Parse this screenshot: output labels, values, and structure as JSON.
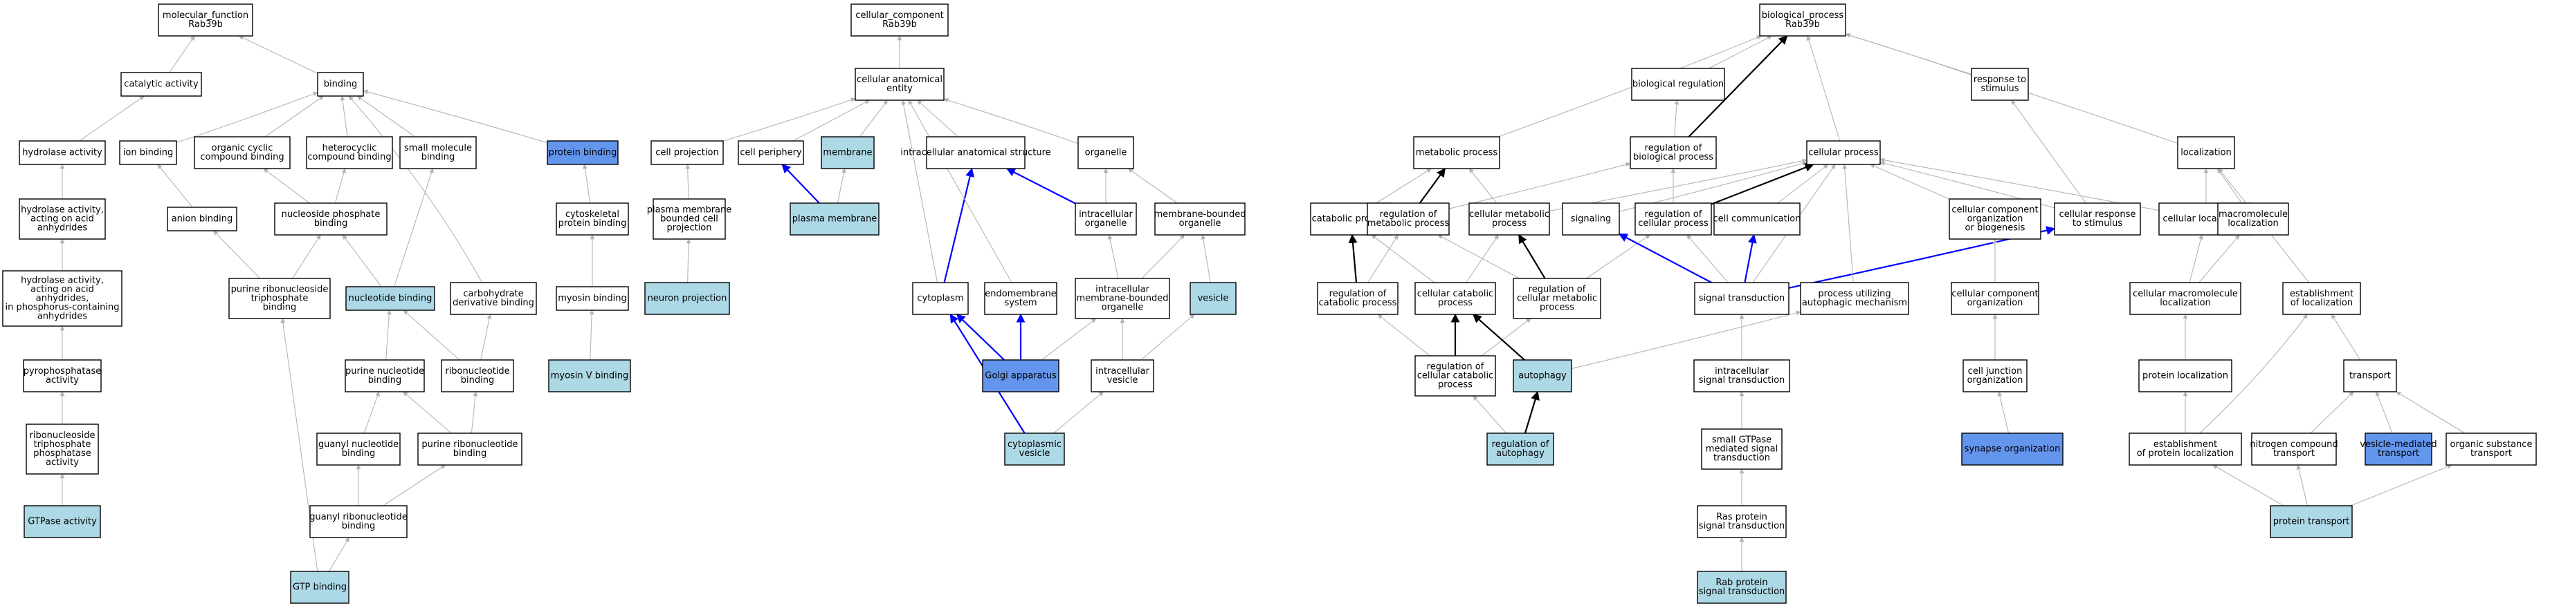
{
  "colors": {
    "background": "#ffffff",
    "border": "#000000",
    "plain": "#ffffff",
    "light_blue": "#add8e6",
    "blue": "#6495ed",
    "edge_gray": "#b4b4b4",
    "edge_black": "#000000",
    "edge_blue": "#0000ff"
  },
  "nodes": [
    {
      "id": "mf",
      "lines": [
        "molecular_function",
        "Rab39b"
      ],
      "fill": "plain"
    },
    {
      "id": "catalytic",
      "lines": [
        "catalytic activity"
      ],
      "fill": "plain"
    },
    {
      "id": "binding",
      "lines": [
        "binding"
      ],
      "fill": "plain"
    },
    {
      "id": "hydrolase",
      "lines": [
        "hydrolase activity"
      ],
      "fill": "plain"
    },
    {
      "id": "ionbinding",
      "lines": [
        "ion binding"
      ],
      "fill": "plain"
    },
    {
      "id": "orgcyclic",
      "lines": [
        "organic cyclic",
        "compound binding"
      ],
      "fill": "plain"
    },
    {
      "id": "hetero",
      "lines": [
        "heterocyclic",
        "compound binding"
      ],
      "fill": "plain"
    },
    {
      "id": "smallmol",
      "lines": [
        "small molecule",
        "binding"
      ],
      "fill": "plain"
    },
    {
      "id": "protbind",
      "lines": [
        "protein binding"
      ],
      "fill": "blue"
    },
    {
      "id": "hydacid",
      "lines": [
        "hydrolase activity,",
        "acting on acid",
        "anhydrides"
      ],
      "fill": "plain"
    },
    {
      "id": "anion",
      "lines": [
        "anion binding"
      ],
      "fill": "plain"
    },
    {
      "id": "nucphos",
      "lines": [
        "nucleoside phosphate",
        "binding"
      ],
      "fill": "plain"
    },
    {
      "id": "cytoprot",
      "lines": [
        "cytoskeletal",
        "protein binding"
      ],
      "fill": "plain"
    },
    {
      "id": "hydphos",
      "lines": [
        "hydrolase activity,",
        "acting on acid",
        "anhydrides,",
        "in phosphorus-containing",
        "anhydrides"
      ],
      "fill": "plain"
    },
    {
      "id": "purtri",
      "lines": [
        "purine ribonucleoside",
        "triphosphate",
        "binding"
      ],
      "fill": "plain"
    },
    {
      "id": "nucbind",
      "lines": [
        "nucleotide binding"
      ],
      "fill": "light_blue"
    },
    {
      "id": "carbo",
      "lines": [
        "carbohydrate",
        "derivative binding"
      ],
      "fill": "plain"
    },
    {
      "id": "myosin",
      "lines": [
        "myosin binding"
      ],
      "fill": "plain"
    },
    {
      "id": "pyro",
      "lines": [
        "pyrophosphatase",
        "activity"
      ],
      "fill": "plain"
    },
    {
      "id": "purnuc",
      "lines": [
        "purine nucleotide",
        "binding"
      ],
      "fill": "plain"
    },
    {
      "id": "ribonuc",
      "lines": [
        "ribonucleotide",
        "binding"
      ],
      "fill": "plain"
    },
    {
      "id": "myosinv",
      "lines": [
        "myosin V binding"
      ],
      "fill": "light_blue"
    },
    {
      "id": "ribtri",
      "lines": [
        "ribonucleoside",
        "triphosphate",
        "phosphatase",
        "activity"
      ],
      "fill": "plain"
    },
    {
      "id": "guanyl",
      "lines": [
        "guanyl nucleotide",
        "binding"
      ],
      "fill": "plain"
    },
    {
      "id": "purribo",
      "lines": [
        "purine ribonucleotide",
        "binding"
      ],
      "fill": "plain"
    },
    {
      "id": "gtpase",
      "lines": [
        "GTPase activity"
      ],
      "fill": "light_blue"
    },
    {
      "id": "guanribo",
      "lines": [
        "guanyl ribonucleotide",
        "binding"
      ],
      "fill": "plain"
    },
    {
      "id": "gtp",
      "lines": [
        "GTP binding"
      ],
      "fill": "light_blue"
    },
    {
      "id": "cc",
      "lines": [
        "cellular_component",
        "Rab39b"
      ],
      "fill": "plain"
    },
    {
      "id": "cae",
      "lines": [
        "cellular anatomical",
        "entity"
      ],
      "fill": "plain"
    },
    {
      "id": "cellproj",
      "lines": [
        "cell projection"
      ],
      "fill": "plain"
    },
    {
      "id": "cellperiph",
      "lines": [
        "cell periphery"
      ],
      "fill": "plain"
    },
    {
      "id": "membrane",
      "lines": [
        "membrane"
      ],
      "fill": "light_blue"
    },
    {
      "id": "ias",
      "lines": [
        "intracellular anatomical structure"
      ],
      "fill": "plain"
    },
    {
      "id": "organelle",
      "lines": [
        "organelle"
      ],
      "fill": "plain"
    },
    {
      "id": "pmbcp",
      "lines": [
        "plasma membrane",
        "bounded cell",
        "projection"
      ],
      "fill": "plain"
    },
    {
      "id": "pm",
      "lines": [
        "plasma membrane"
      ],
      "fill": "light_blue"
    },
    {
      "id": "intraorg",
      "lines": [
        "intracellular",
        "organelle"
      ],
      "fill": "plain"
    },
    {
      "id": "mbo",
      "lines": [
        "membrane-bounded",
        "organelle"
      ],
      "fill": "plain"
    },
    {
      "id": "neuronproj",
      "lines": [
        "neuron projection"
      ],
      "fill": "light_blue"
    },
    {
      "id": "cytoplasm",
      "lines": [
        "cytoplasm"
      ],
      "fill": "plain"
    },
    {
      "id": "endo",
      "lines": [
        "endomembrane",
        "system"
      ],
      "fill": "plain"
    },
    {
      "id": "imbo",
      "lines": [
        "intracellular",
        "membrane-bounded",
        "organelle"
      ],
      "fill": "plain"
    },
    {
      "id": "vesicle",
      "lines": [
        "vesicle"
      ],
      "fill": "light_blue"
    },
    {
      "id": "golgi",
      "lines": [
        "Golgi apparatus"
      ],
      "fill": "blue"
    },
    {
      "id": "intraves",
      "lines": [
        "intracellular",
        "vesicle"
      ],
      "fill": "plain"
    },
    {
      "id": "cytoves",
      "lines": [
        "cytoplasmic",
        "vesicle"
      ],
      "fill": "light_blue"
    },
    {
      "id": "bp",
      "lines": [
        "biological_process",
        "Rab39b"
      ],
      "fill": "plain"
    },
    {
      "id": "bioreg",
      "lines": [
        "biological regulation"
      ],
      "fill": "plain"
    },
    {
      "id": "resp",
      "lines": [
        "response to",
        "stimulus"
      ],
      "fill": "plain"
    },
    {
      "id": "metab",
      "lines": [
        "metabolic process"
      ],
      "fill": "plain"
    },
    {
      "id": "regbio",
      "lines": [
        "regulation of",
        "biological process"
      ],
      "fill": "plain"
    },
    {
      "id": "cellproc",
      "lines": [
        "cellular process"
      ],
      "fill": "plain"
    },
    {
      "id": "local",
      "lines": [
        "localization"
      ],
      "fill": "plain"
    },
    {
      "id": "catab",
      "lines": [
        "catabolic process"
      ],
      "fill": "plain"
    },
    {
      "id": "regmet",
      "lines": [
        "regulation of",
        "metabolic process"
      ],
      "fill": "plain"
    },
    {
      "id": "cellmet",
      "lines": [
        "cellular metabolic",
        "process"
      ],
      "fill": "plain"
    },
    {
      "id": "signaling",
      "lines": [
        "signaling"
      ],
      "fill": "plain"
    },
    {
      "id": "regcell",
      "lines": [
        "regulation of",
        "cellular process"
      ],
      "fill": "plain"
    },
    {
      "id": "cellcomm",
      "lines": [
        "cell communication"
      ],
      "fill": "plain"
    },
    {
      "id": "cco",
      "lines": [
        "cellular component",
        "organization",
        "or biogenesis"
      ],
      "fill": "plain"
    },
    {
      "id": "cellresp",
      "lines": [
        "cellular response",
        "to stimulus"
      ],
      "fill": "plain"
    },
    {
      "id": "celllocal",
      "lines": [
        "cellular localization"
      ],
      "fill": "plain"
    },
    {
      "id": "macroloc",
      "lines": [
        "macromolecule",
        "localization"
      ],
      "fill": "plain"
    },
    {
      "id": "regcat",
      "lines": [
        "regulation of",
        "catabolic process"
      ],
      "fill": "plain"
    },
    {
      "id": "cellcat",
      "lines": [
        "cellular catabolic",
        "process"
      ],
      "fill": "plain"
    },
    {
      "id": "regcellmet",
      "lines": [
        "regulation of",
        "cellular metabolic",
        "process"
      ],
      "fill": "plain"
    },
    {
      "id": "sigtrans",
      "lines": [
        "signal transduction"
      ],
      "fill": "plain"
    },
    {
      "id": "autoproc",
      "lines": [
        "process utilizing",
        "autophagic mechanism"
      ],
      "fill": "plain"
    },
    {
      "id": "ccorg",
      "lines": [
        "cellular component",
        "organization"
      ],
      "fill": "plain"
    },
    {
      "id": "cellmacro",
      "lines": [
        "cellular macromolecule",
        "localization"
      ],
      "fill": "plain"
    },
    {
      "id": "estloc",
      "lines": [
        "establishment",
        "of localization"
      ],
      "fill": "plain"
    },
    {
      "id": "regcellcat",
      "lines": [
        "regulation of",
        "cellular catabolic",
        "process"
      ],
      "fill": "plain"
    },
    {
      "id": "autophagy",
      "lines": [
        "autophagy"
      ],
      "fill": "light_blue"
    },
    {
      "id": "intrasig",
      "lines": [
        "intracellular",
        "signal transduction"
      ],
      "fill": "plain"
    },
    {
      "id": "celljunc",
      "lines": [
        "cell junction",
        "organization"
      ],
      "fill": "plain"
    },
    {
      "id": "protloc",
      "lines": [
        "protein localization"
      ],
      "fill": "plain"
    },
    {
      "id": "transport",
      "lines": [
        "transport"
      ],
      "fill": "plain"
    },
    {
      "id": "regauto",
      "lines": [
        "regulation of",
        "autophagy"
      ],
      "fill": "light_blue"
    },
    {
      "id": "smallgtp",
      "lines": [
        "small GTPase",
        "mediated signal",
        "transduction"
      ],
      "fill": "plain"
    },
    {
      "id": "synapse",
      "lines": [
        "synapse organization"
      ],
      "fill": "blue"
    },
    {
      "id": "estprot",
      "lines": [
        "establishment",
        "of protein localization"
      ],
      "fill": "plain"
    },
    {
      "id": "nitro",
      "lines": [
        "nitrogen compound",
        "transport"
      ],
      "fill": "plain"
    },
    {
      "id": "vesmed",
      "lines": [
        "vesicle-mediated",
        "transport"
      ],
      "fill": "blue"
    },
    {
      "id": "orgsub",
      "lines": [
        "organic substance",
        "transport"
      ],
      "fill": "plain"
    },
    {
      "id": "ras",
      "lines": [
        "Ras protein",
        "signal transduction"
      ],
      "fill": "plain"
    },
    {
      "id": "prottrans",
      "lines": [
        "protein transport"
      ],
      "fill": "light_blue"
    },
    {
      "id": "rab",
      "lines": [
        "Rab protein",
        "signal transduction"
      ],
      "fill": "light_blue"
    }
  ],
  "edges": [
    [
      "catalytic",
      "mf",
      "gray"
    ],
    [
      "binding",
      "mf",
      "gray"
    ],
    [
      "hydrolase",
      "catalytic",
      "gray"
    ],
    [
      "ionbinding",
      "binding",
      "gray"
    ],
    [
      "orgcyclic",
      "binding",
      "gray"
    ],
    [
      "hetero",
      "binding",
      "gray"
    ],
    [
      "smallmol",
      "binding",
      "gray"
    ],
    [
      "protbind",
      "binding",
      "gray"
    ],
    [
      "carbo",
      "binding",
      "gray"
    ],
    [
      "hydacid",
      "hydrolase",
      "gray"
    ],
    [
      "anion",
      "ionbinding",
      "gray"
    ],
    [
      "nucphos",
      "orgcyclic",
      "gray"
    ],
    [
      "nucphos",
      "hetero",
      "gray"
    ],
    [
      "cytoprot",
      "protbind",
      "gray"
    ],
    [
      "hydphos",
      "hydacid",
      "gray"
    ],
    [
      "purtri",
      "anion",
      "gray"
    ],
    [
      "purtri",
      "nucphos",
      "gray"
    ],
    [
      "nucbind",
      "nucphos",
      "gray"
    ],
    [
      "nucbind",
      "smallmol",
      "gray"
    ],
    [
      "myosin",
      "cytoprot",
      "gray"
    ],
    [
      "pyro",
      "hydphos",
      "gray"
    ],
    [
      "purnuc",
      "nucbind",
      "gray"
    ],
    [
      "ribonuc",
      "nucbind",
      "gray"
    ],
    [
      "ribonuc",
      "carbo",
      "gray"
    ],
    [
      "myosinv",
      "myosin",
      "gray"
    ],
    [
      "ribtri",
      "pyro",
      "gray"
    ],
    [
      "guanyl",
      "purnuc",
      "gray"
    ],
    [
      "purribo",
      "purnuc",
      "gray"
    ],
    [
      "purribo",
      "ribonuc",
      "gray"
    ],
    [
      "gtpase",
      "ribtri",
      "gray"
    ],
    [
      "guanribo",
      "guanyl",
      "gray"
    ],
    [
      "guanribo",
      "purribo",
      "gray"
    ],
    [
      "gtp",
      "guanribo",
      "gray"
    ],
    [
      "gtp",
      "purtri",
      "gray"
    ],
    [
      "cae",
      "cc",
      "gray"
    ],
    [
      "cellproj",
      "cae",
      "gray"
    ],
    [
      "cellperiph",
      "cae",
      "gray"
    ],
    [
      "membrane",
      "cae",
      "gray"
    ],
    [
      "ias",
      "cae",
      "gray"
    ],
    [
      "organelle",
      "cae",
      "gray"
    ],
    [
      "pmbcp",
      "cellproj",
      "gray"
    ],
    [
      "pm",
      "cellperiph",
      "blue"
    ],
    [
      "pm",
      "membrane",
      "gray"
    ],
    [
      "intraorg",
      "ias",
      "blue"
    ],
    [
      "intraorg",
      "organelle",
      "gray"
    ],
    [
      "mbo",
      "organelle",
      "gray"
    ],
    [
      "neuronproj",
      "pmbcp",
      "gray"
    ],
    [
      "cytoplasm",
      "ias",
      "blue"
    ],
    [
      "cytoplasm",
      "cae",
      "gray"
    ],
    [
      "endo",
      "cae",
      "gray"
    ],
    [
      "imbo",
      "intraorg",
      "gray"
    ],
    [
      "imbo",
      "mbo",
      "gray"
    ],
    [
      "vesicle",
      "mbo",
      "gray"
    ],
    [
      "golgi",
      "cytoplasm",
      "blue"
    ],
    [
      "golgi",
      "endo",
      "blue"
    ],
    [
      "golgi",
      "imbo",
      "gray"
    ],
    [
      "intraves",
      "imbo",
      "gray"
    ],
    [
      "intraves",
      "vesicle",
      "gray"
    ],
    [
      "cytoves",
      "cytoplasm",
      "blue"
    ],
    [
      "cytoves",
      "intraves",
      "gray"
    ],
    [
      "bioreg",
      "bp",
      "gray"
    ],
    [
      "resp",
      "bp",
      "gray"
    ],
    [
      "metab",
      "bp",
      "gray"
    ],
    [
      "regbio",
      "bp",
      "black"
    ],
    [
      "cellproc",
      "bp",
      "gray"
    ],
    [
      "local",
      "bp",
      "gray"
    ],
    [
      "regbio",
      "bioreg",
      "gray"
    ],
    [
      "catab",
      "metab",
      "gray"
    ],
    [
      "regmet",
      "metab",
      "black"
    ],
    [
      "regmet",
      "regbio",
      "gray"
    ],
    [
      "cellmet",
      "metab",
      "gray"
    ],
    [
      "cellmet",
      "cellproc",
      "gray"
    ],
    [
      "signaling",
      "cellproc",
      "gray"
    ],
    [
      "regcell",
      "regbio",
      "gray"
    ],
    [
      "regcell",
      "cellproc",
      "black"
    ],
    [
      "cellcomm",
      "cellproc",
      "gray"
    ],
    [
      "cco",
      "cellproc",
      "gray"
    ],
    [
      "cellresp",
      "resp",
      "gray"
    ],
    [
      "cellresp",
      "cellproc",
      "gray"
    ],
    [
      "celllocal",
      "local",
      "gray"
    ],
    [
      "celllocal",
      "cellproc",
      "gray"
    ],
    [
      "macroloc",
      "local",
      "gray"
    ],
    [
      "regcat",
      "catab",
      "black"
    ],
    [
      "regcat",
      "regmet",
      "gray"
    ],
    [
      "cellcat",
      "catab",
      "gray"
    ],
    [
      "cellcat",
      "cellmet",
      "gray"
    ],
    [
      "regcellmet",
      "cellmet",
      "black"
    ],
    [
      "regcellmet",
      "regmet",
      "gray"
    ],
    [
      "regcellmet",
      "regcell",
      "gray"
    ],
    [
      "sigtrans",
      "signaling",
      "blue"
    ],
    [
      "sigtrans",
      "regcell",
      "gray"
    ],
    [
      "sigtrans",
      "cellcomm",
      "blue"
    ],
    [
      "sigtrans",
      "cellresp",
      "blue"
    ],
    [
      "sigtrans",
      "cellproc",
      "gray"
    ],
    [
      "autoproc",
      "cellproc",
      "gray"
    ],
    [
      "ccorg",
      "cco",
      "gray"
    ],
    [
      "cellmacro",
      "celllocal",
      "gray"
    ],
    [
      "cellmacro",
      "macroloc",
      "gray"
    ],
    [
      "estloc",
      "local",
      "gray"
    ],
    [
      "regcellcat",
      "cellcat",
      "black"
    ],
    [
      "regcellcat",
      "regcat",
      "gray"
    ],
    [
      "regcellcat",
      "regcellmet",
      "gray"
    ],
    [
      "autophagy",
      "cellcat",
      "black"
    ],
    [
      "autophagy",
      "autoproc",
      "gray"
    ],
    [
      "intrasig",
      "sigtrans",
      "gray"
    ],
    [
      "celljunc",
      "ccorg",
      "gray"
    ],
    [
      "protloc",
      "cellmacro",
      "gray"
    ],
    [
      "transport",
      "estloc",
      "gray"
    ],
    [
      "regauto",
      "autophagy",
      "black"
    ],
    [
      "regauto",
      "regcellcat",
      "gray"
    ],
    [
      "smallgtp",
      "intrasig",
      "gray"
    ],
    [
      "synapse",
      "celljunc",
      "gray"
    ],
    [
      "estprot",
      "protloc",
      "gray"
    ],
    [
      "estprot",
      "estloc",
      "gray"
    ],
    [
      "nitro",
      "transport",
      "gray"
    ],
    [
      "vesmed",
      "transport",
      "gray"
    ],
    [
      "orgsub",
      "transport",
      "gray"
    ],
    [
      "ras",
      "smallgtp",
      "gray"
    ],
    [
      "prottrans",
      "estprot",
      "gray"
    ],
    [
      "prottrans",
      "nitro",
      "gray"
    ],
    [
      "prottrans",
      "orgsub",
      "gray"
    ],
    [
      "rab",
      "ras",
      "gray"
    ]
  ]
}
